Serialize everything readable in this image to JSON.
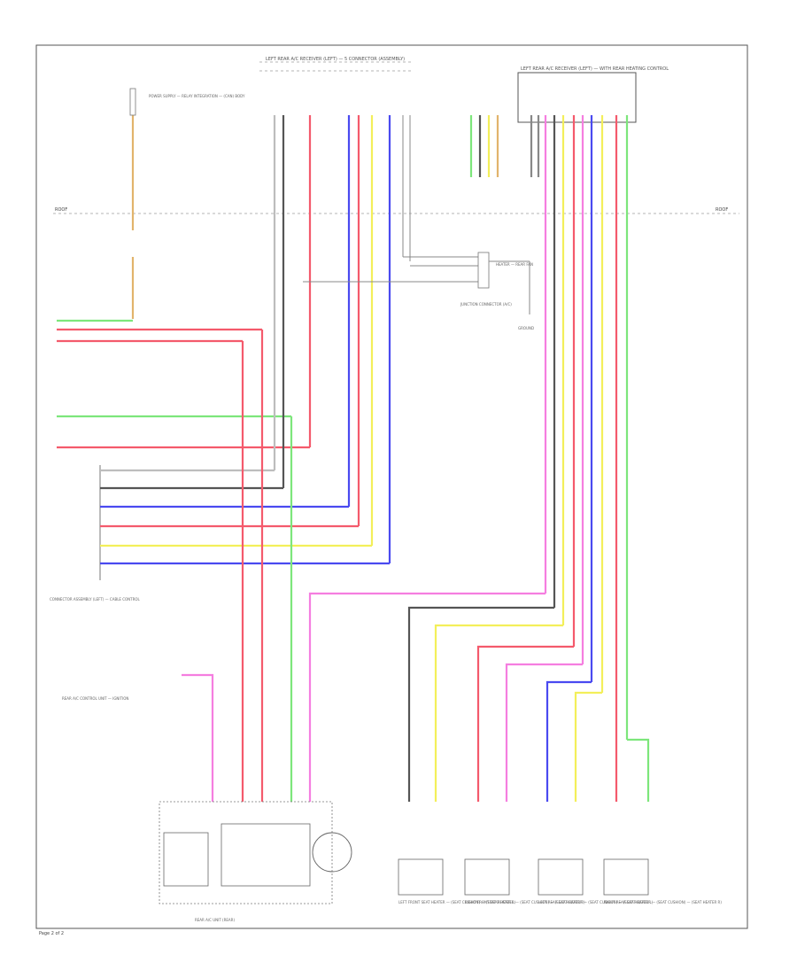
{
  "diagram": {
    "page_label": "Page 2 of 2",
    "separator_left": "ROOF",
    "separator_right": "ROOF",
    "colors": {
      "wire_red": "#f45a6c",
      "wire_pink": "#f57ee0",
      "wire_green": "#7de67b",
      "wire_blue": "#4a4af0",
      "wire_yellow": "#f3ef5a",
      "wire_black": "#555555",
      "wire_gray": "#bdbdbd",
      "frame": "#555555",
      "frame_text": "#555555"
    },
    "components": {
      "top_center_box": "LEFT REAR A/C RECEIVER (LEFT) — 5 CONNECTOR (ASSEMBLY)",
      "top_right_box": "LEFT REAR A/C RECEIVER (LEFT) — WITH REAR HEATING CONTROL",
      "upper_left_label": "POWER SUPPLY — RELAY INTEGRATION — (CAN) BODY",
      "junction_label": "JUNCTION CONNECTOR (A/C)",
      "relay_label": "HEATER — REAR FAN",
      "ground_label": "GROUND",
      "left_connector": "CONNECTOR ASSEMBLY (LEFT) — CABLE CONTROL",
      "bottom_controller": "REAR A/C CONTROL UNIT — IGNITION",
      "bottom_box_label": "REAR A/C UNIT (REAR)",
      "motor1": "LEFT FRONT SEAT HEATER — (SEAT CUSHION) — (SEAT HEATER L)",
      "motor2": "RIGHT FRONT SEAT HEATER — (SEAT CUSHION) — (SEAT HEATER R)",
      "motor3": "LEFT REAR SEAT HEATER — (SEAT CUSHION) — (SEAT HEATER L)",
      "motor4": "RIGHT REAR SEAT HEATER — (SEAT CUSHION) — (SEAT HEATER R)"
    }
  }
}
